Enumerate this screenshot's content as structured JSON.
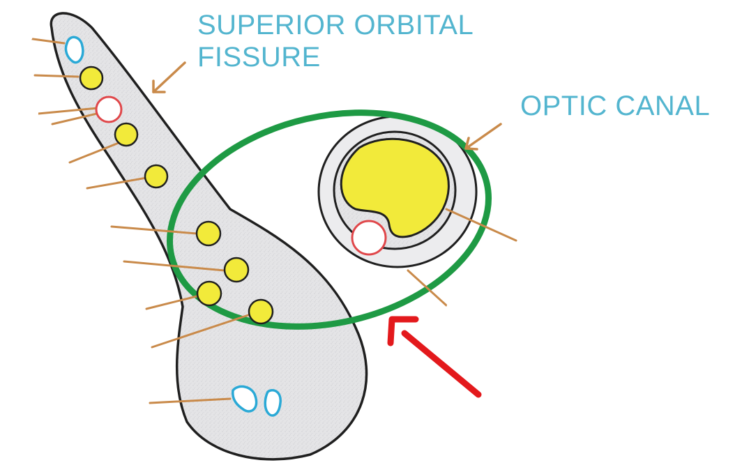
{
  "labels": {
    "superior_orbital_fissure": [
      "SUPERIOR ORBITAL",
      "FISSURE"
    ],
    "optic_canal": "OPTIC CANAL"
  },
  "colors": {
    "label_text": "#53b5cf",
    "fissure_fill": "#e4e4e6",
    "outline": "#1f1f1f",
    "common_tendinous_ring": "#1e9a44",
    "nerve": "#f2ea3a",
    "artery": "#e0474a",
    "vein": "#2aa9d6",
    "leader_line": "#c98a4a",
    "pointer_arrow": "#e3191c",
    "label_blank": "#ffffff"
  },
  "pointer": {
    "icon": "red-arrow-icon",
    "target": "common-tendinous-ring"
  }
}
